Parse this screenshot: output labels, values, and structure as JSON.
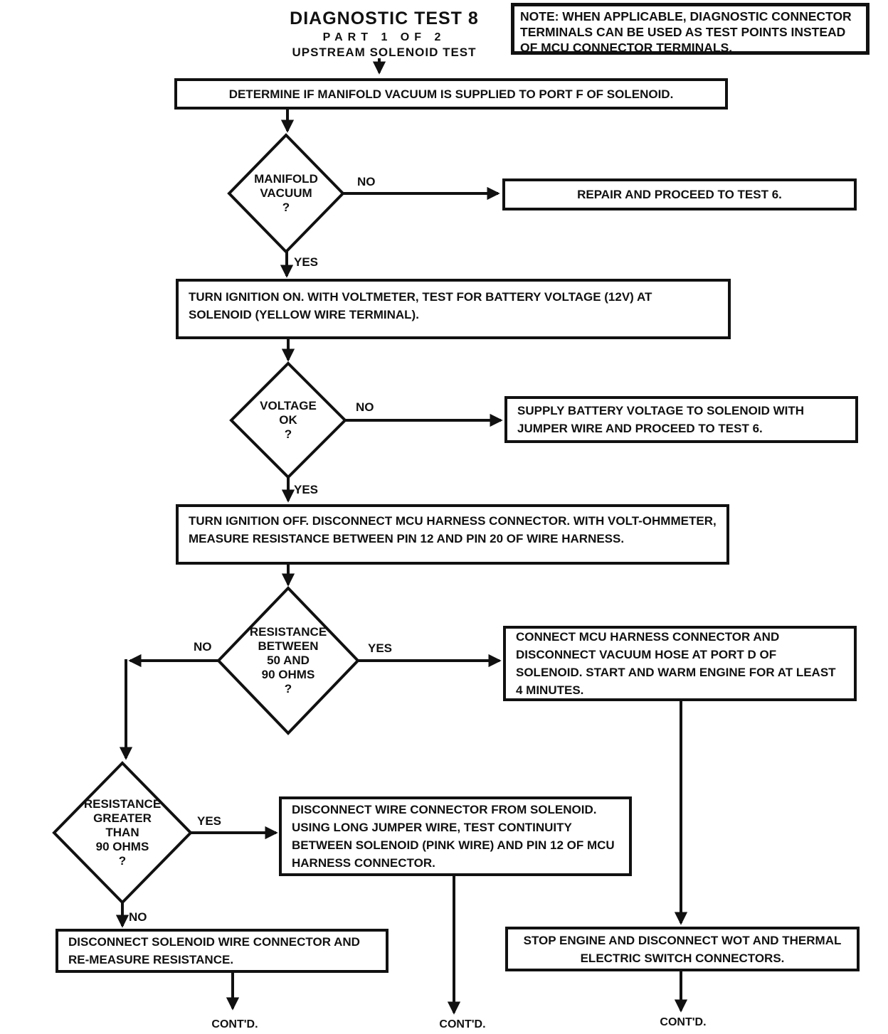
{
  "colors": {
    "ink": "#111111",
    "paper": "#ffffff"
  },
  "title": {
    "line1": "DIAGNOSTIC TEST 8",
    "line2": "PART 1 OF 2",
    "line3": "UPSTREAM SOLENOID TEST"
  },
  "note": "NOTE: WHEN APPLICABLE, DIAGNOSTIC CONNECTOR TERMINALS CAN BE USED AS TEST POINTS INSTEAD OF MCU CONNECTOR TERMINALS.",
  "boxes": {
    "determine_vacuum": "DETERMINE IF MANIFOLD VACUUM IS SUPPLIED TO PORT F OF SOLENOID.",
    "repair_test6": "REPAIR AND PROCEED TO TEST 6.",
    "ignition_on": "TURN IGNITION ON. WITH VOLTMETER, TEST FOR BATTERY VOLTAGE (12V) AT SOLENOID (YELLOW WIRE TERMINAL).",
    "supply_battery": "SUPPLY BATTERY VOLTAGE TO SOLENOID WITH JUMPER WIRE AND PROCEED TO TEST 6.",
    "ignition_off": "TURN IGNITION OFF. DISCONNECT MCU HARNESS CONNECTOR. WITH VOLT-OHMMETER, MEASURE RESISTANCE BETWEEN PIN 12 AND PIN 20 OF WIRE HARNESS.",
    "connect_mcu": "CONNECT MCU HARNESS CONNECTOR AND DISCONNECT VACUUM HOSE AT PORT D OF SOLENOID. START AND WARM ENGINE FOR AT LEAST 4 MINUTES.",
    "test_continuity": "DISCONNECT WIRE CONNECTOR FROM SOLENOID. USING LONG JUMPER WIRE, TEST CONTINUITY BETWEEN SOLENOID (PINK WIRE) AND PIN 12 OF MCU HARNESS CONNECTOR.",
    "remeasure_resistance": "DISCONNECT SOLENOID WIRE CONNECTOR AND RE-MEASURE RESISTANCE.",
    "stop_engine": "STOP ENGINE AND DISCONNECT WOT AND THERMAL ELECTRIC  SWITCH CONNECTORS."
  },
  "decisions": {
    "manifold_vacuum": "MANIFOLD\nVACUUM\n?",
    "voltage_ok": "VOLTAGE\nOK\n?",
    "resistance_50_90": "RESISTANCE\nBETWEEN\n50 AND\n90 OHMS\n?",
    "resistance_gt_90": "RESISTANCE\nGREATER\nTHAN\n90 OHMS\n?"
  },
  "labels": {
    "yes": "YES",
    "no": "NO",
    "contd": "CONT'D."
  }
}
